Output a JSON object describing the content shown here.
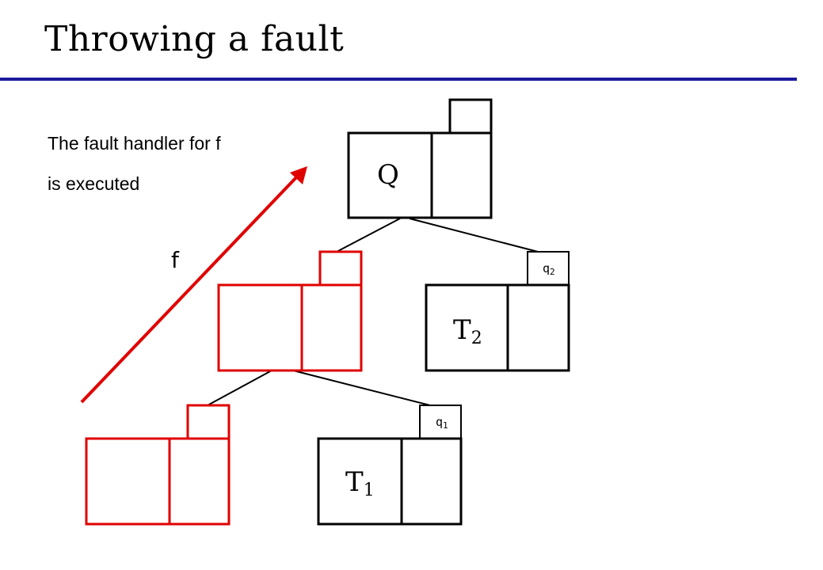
{
  "slide": {
    "title": "Throwing a fault",
    "caption_line1": "The fault handler for f",
    "caption_line2": "is executed"
  },
  "diagram": {
    "nodes": {
      "Q": {
        "label": "Q",
        "color": "#000000"
      },
      "P": {
        "label": "",
        "color": "#e00000"
      },
      "T2": {
        "label": "T",
        "subscript": "2",
        "color": "#000000"
      },
      "A": {
        "label": "",
        "color": "#e00000"
      },
      "T1": {
        "label": "T",
        "subscript": "1",
        "color": "#000000"
      }
    },
    "edge_labels": {
      "q2": {
        "label": "q",
        "subscript": "2"
      },
      "q1": {
        "label": "q",
        "subscript": "1"
      }
    },
    "fault_arrow": {
      "label": "f",
      "color": "#e00000"
    }
  },
  "colors": {
    "accent_rule": "#1a1a9c",
    "fault": "#e00000"
  }
}
